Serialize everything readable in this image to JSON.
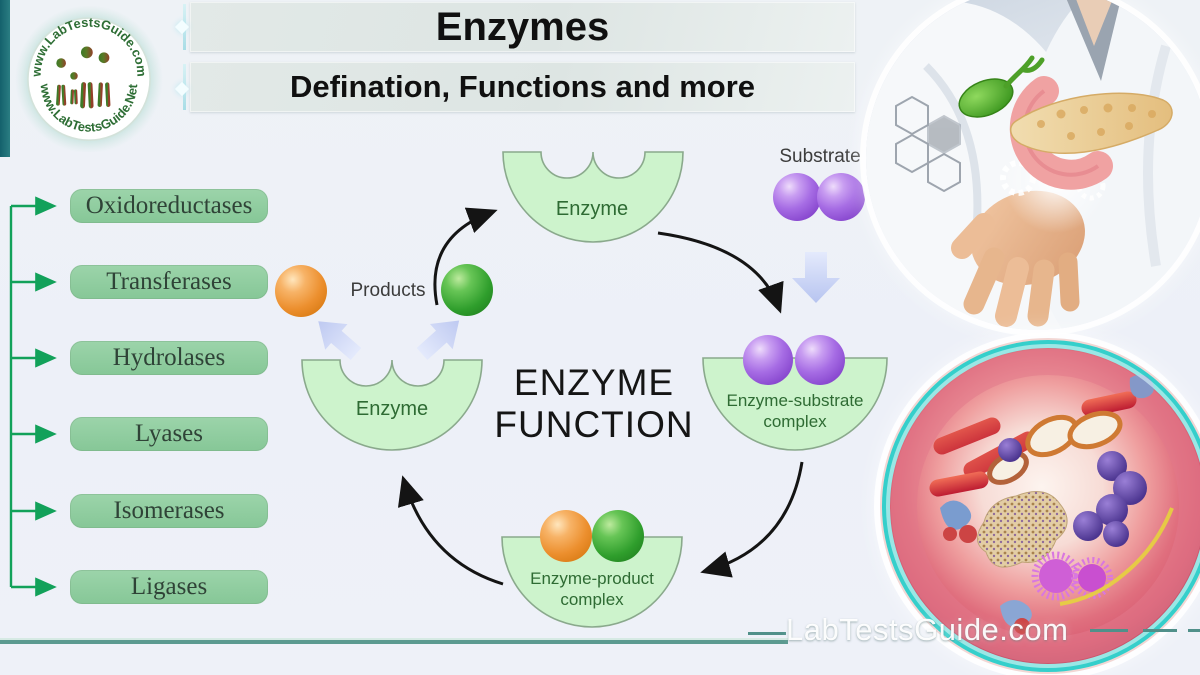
{
  "page": {
    "background": "#eef1f7",
    "accent_teal": "#14616c",
    "footer_line_color": "#5b9a90"
  },
  "logo": {
    "arc_text_top": "www.LabTestsGuide.com",
    "arc_text_bottom": "www.LabTestsGuide.Net"
  },
  "header": {
    "title": "Enzymes",
    "subtitle": "Defination, Functions and more"
  },
  "enzyme_classes": {
    "items": [
      "Oxidoreductases",
      "Transferases",
      "Hydrolases",
      "Lyases",
      "Isomerases",
      "Ligases"
    ]
  },
  "cycle": {
    "heading_line1": "ENZYME",
    "heading_line2": "FUNCTION",
    "substrate_label": "Substrate",
    "products_label": "Products",
    "enzyme_top_label": "Enzyme",
    "enzyme_left_label": "Enzyme",
    "es_complex_line1": "Enzyme-substrate",
    "es_complex_line2": "complex",
    "ep_complex_line1": "Enzyme-product",
    "ep_complex_line2": "complex",
    "colors": {
      "enzyme_fill": "#cdf3cc",
      "enzyme_stroke": "#8aa98c",
      "substrate_purple": "#9b5fd6",
      "product_orange": "#ec8f2e",
      "product_green": "#2f9e2c",
      "label_green": "#2e6b33",
      "arrow_black": "#141414",
      "arrow_blue": "#c5d1f4",
      "sidebar_arrow_green": "#12a15a"
    }
  },
  "photos": {
    "top_right_alt": "doctor-hand-presenting-pancreas-and-gallbladder",
    "bottom_right_alt": "cell-interior-3d-illustration"
  },
  "watermark": {
    "text": "LabTestsGuide.com"
  }
}
